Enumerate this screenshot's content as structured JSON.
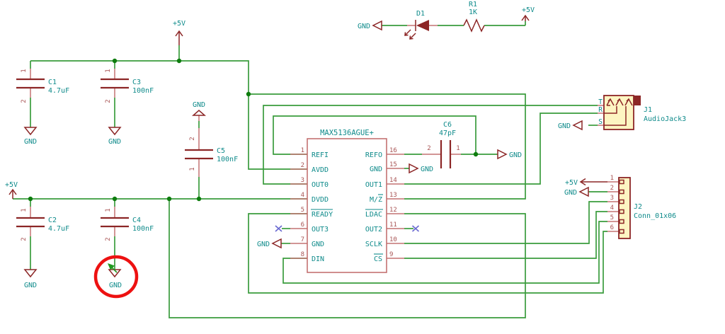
{
  "labels": {
    "gnd": "GND",
    "p5v": "+5V"
  },
  "ic": {
    "title": "MAX5136AGUE+",
    "pins_left": [
      {
        "num": "1",
        "name": "REFI"
      },
      {
        "num": "2",
        "name": "AVDD"
      },
      {
        "num": "3",
        "name": "OUT0"
      },
      {
        "num": "4",
        "name": "DVDD"
      },
      {
        "num": "5",
        "name": "READY"
      },
      {
        "num": "6",
        "name": "OUT3"
      },
      {
        "num": "7",
        "name": "GND"
      },
      {
        "num": "8",
        "name": "DIN"
      }
    ],
    "pins_right": [
      {
        "num": "16",
        "name": "REFO"
      },
      {
        "num": "15",
        "name": "GND"
      },
      {
        "num": "14",
        "name": "OUT1"
      },
      {
        "num": "13",
        "name": "M/Z"
      },
      {
        "num": "12",
        "name": "LDAC"
      },
      {
        "num": "11",
        "name": "OUT2"
      },
      {
        "num": "10",
        "name": "SCLK"
      },
      {
        "num": "9",
        "name": "CS"
      }
    ]
  },
  "capacitors": {
    "c1": {
      "ref": "C1",
      "value": "4.7uF"
    },
    "c2": {
      "ref": "C2",
      "value": "4.7uF"
    },
    "c3": {
      "ref": "C3",
      "value": "100nF"
    },
    "c4": {
      "ref": "C4",
      "value": "100nF"
    },
    "c5": {
      "ref": "C5",
      "value": "100nF"
    },
    "c6": {
      "ref": "C6",
      "value": "47pF"
    }
  },
  "pin_numbers": {
    "p1": "1",
    "p2": "2"
  },
  "diode": {
    "ref": "D1"
  },
  "resistor": {
    "ref": "R1",
    "value": "1K"
  },
  "jack": {
    "ref": "J1",
    "value": "AudioJack3",
    "pins": [
      "T",
      "R",
      "S"
    ]
  },
  "connector": {
    "ref": "J2",
    "value": "Conn_01x06",
    "pins": [
      "1",
      "2",
      "3",
      "4",
      "5",
      "6"
    ]
  },
  "annotation": {
    "shape": "red-circle",
    "highlights": "GND"
  },
  "colors": {
    "wire": "#3a9c3d",
    "symbol": "#8c2626",
    "text": "#0f8b8b",
    "annotation": "#ed1111"
  }
}
